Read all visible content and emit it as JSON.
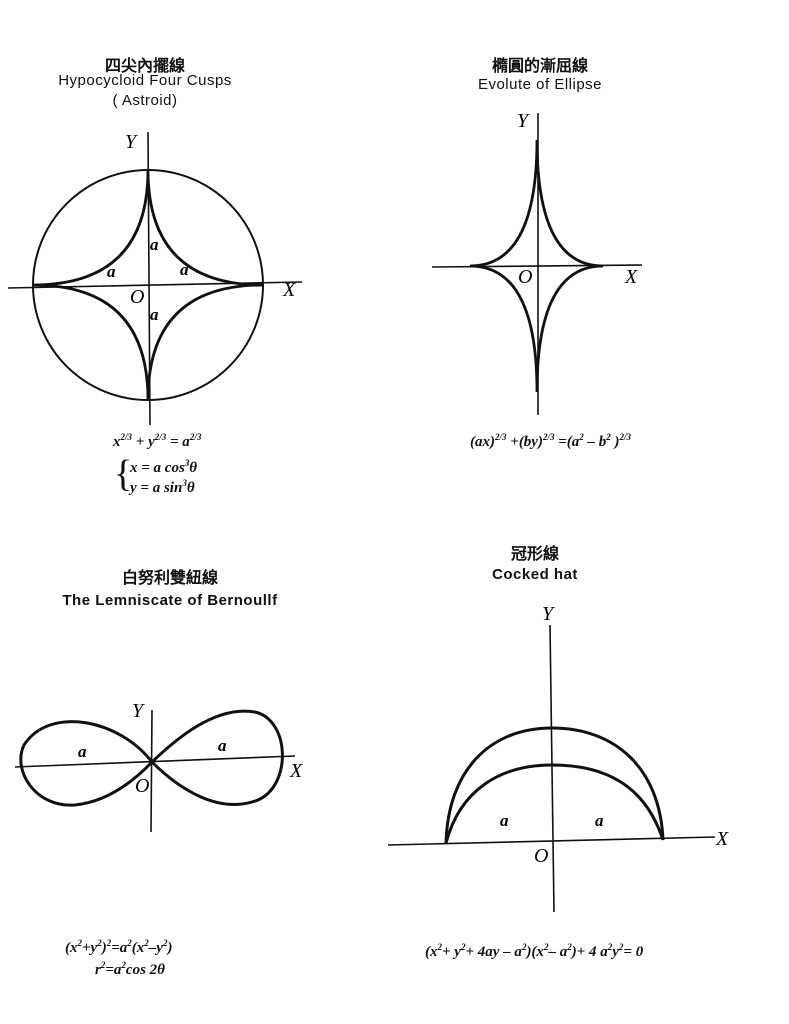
{
  "astroid": {
    "title_cn": "四尖內擺線",
    "title_en": "Hypocycloid Four Cusps",
    "title_en2": "( Astroid)",
    "axis_y": "Y",
    "axis_x": "X",
    "origin": "O",
    "label_a": "a",
    "eq1_x": "x",
    "eq1_y": "+ y",
    "eq1_eq": "= a",
    "exp_23": "2/3",
    "param_x": "x = a cos",
    "param_y": "y = a sin",
    "exp_3": "3",
    "theta": "θ"
  },
  "evolute": {
    "title_cn": "橢圓的漸屈線",
    "title_en": "Evolute of Ellipse",
    "axis_y": "Y",
    "axis_x": "X",
    "origin": "O",
    "eq_a": "(ax)",
    "eq_b": "+(by)",
    "eq_c": "=(a",
    "eq_d": "– b",
    "eq_e": ")",
    "exp_23": "2/3",
    "exp_2": "2"
  },
  "lemniscate": {
    "title_cn": "白努利雙紐線",
    "title_en": "The Lemniscate of Bernoullf",
    "axis_y": "Y",
    "axis_x": "X",
    "origin": "O",
    "label_a": "a",
    "eq1_a": "(x",
    "eq1_b": "+y",
    "eq1_c": ")",
    "eq1_d": "=a",
    "eq1_e": "(x",
    "eq1_f": "–y",
    "eq1_g": ")",
    "eq2_a": "r",
    "eq2_b": "=a",
    "eq2_c": "cos 2θ",
    "exp_2": "2"
  },
  "cocked_hat": {
    "title_cn": "冠形線",
    "title_en": "Cocked hat",
    "axis_y": "Y",
    "axis_x": "X",
    "origin": "O",
    "label_a": "a",
    "eq_a": "(x",
    "eq_b": "+ y",
    "eq_c": "+ 4ay – a",
    "eq_d": ")(x",
    "eq_e": "– a",
    "eq_f": ")+ 4 a",
    "eq_g": "y",
    "eq_h": "= 0",
    "exp_2": "2"
  },
  "colors": {
    "ink": "#111111",
    "paper": "#ffffff"
  }
}
